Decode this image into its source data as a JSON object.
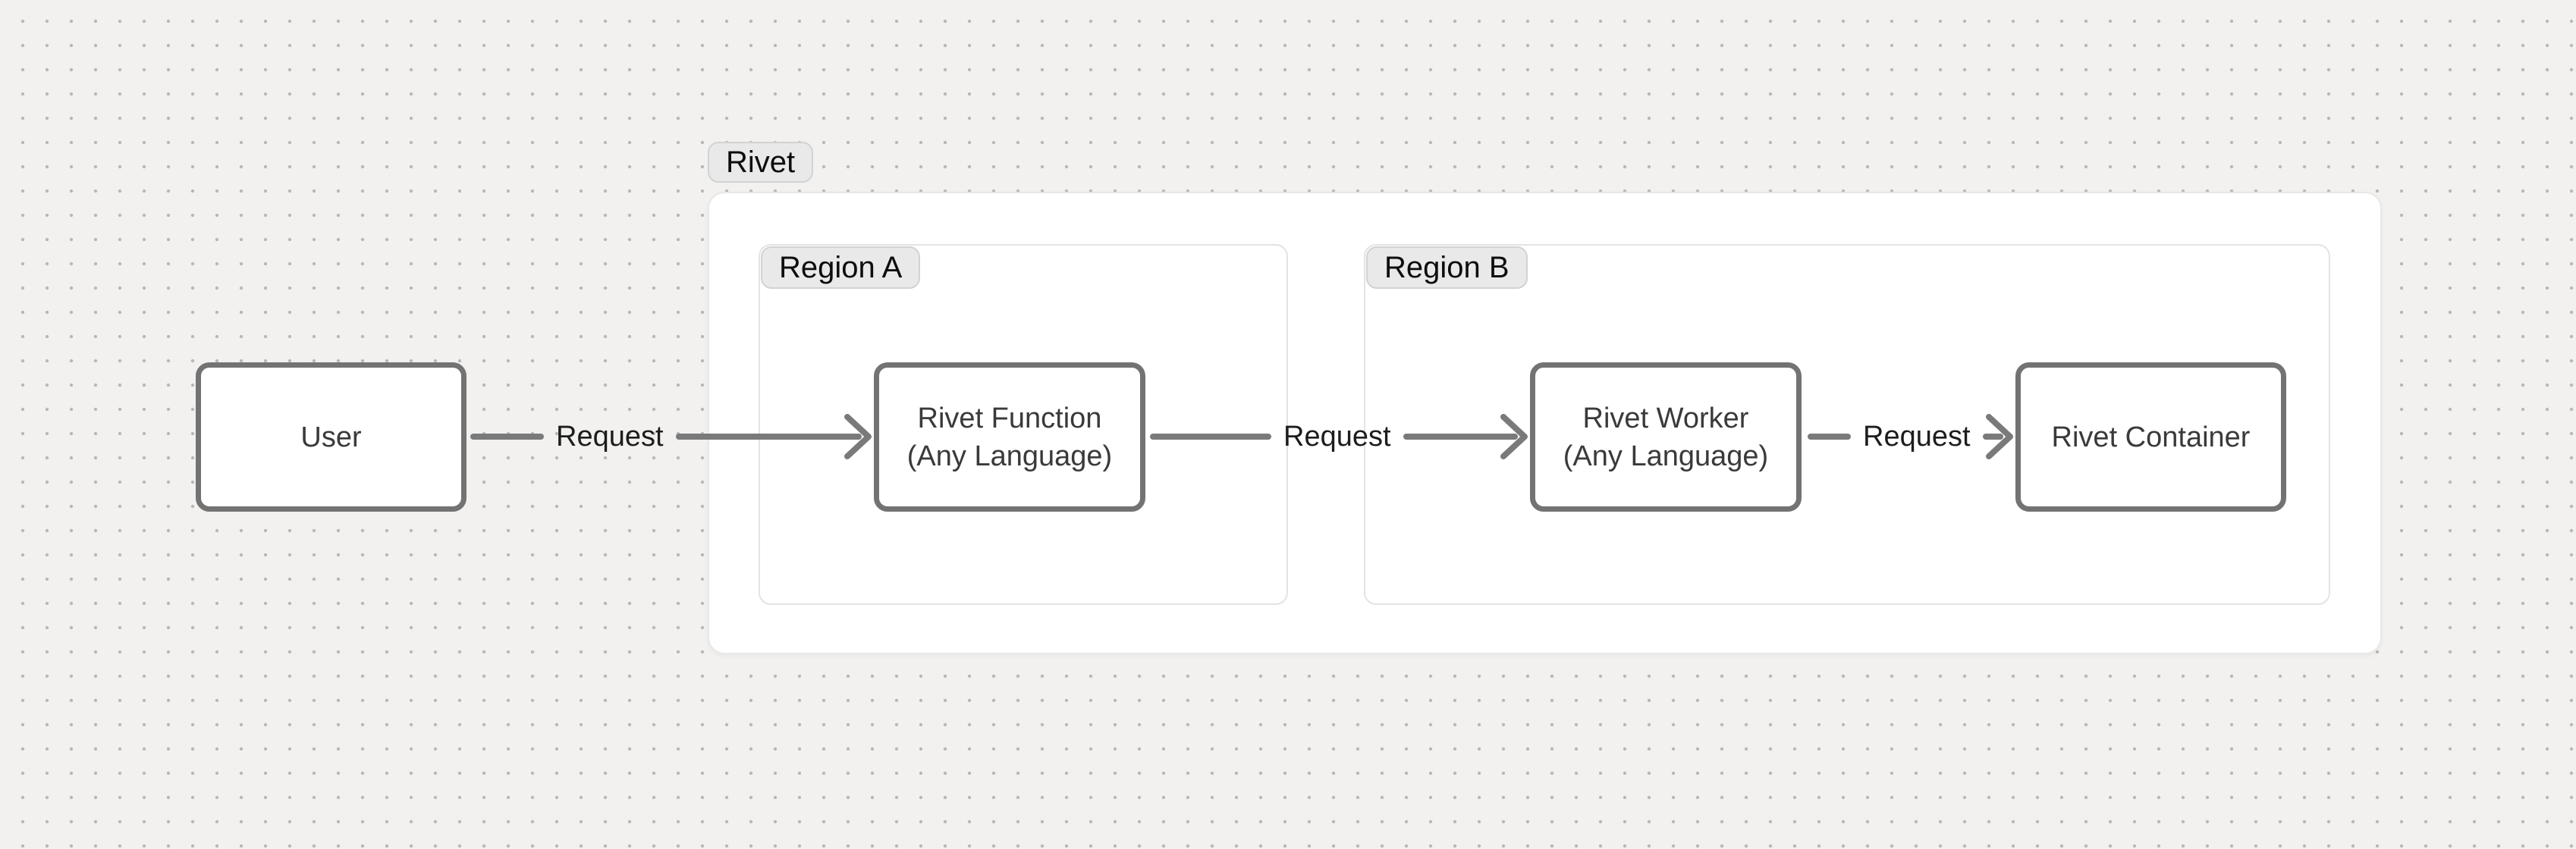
{
  "diagram": {
    "group_label": "Rivet",
    "regions": [
      {
        "label": "Region A"
      },
      {
        "label": "Region B"
      }
    ],
    "nodes": [
      {
        "id": "user",
        "lines": [
          "User"
        ]
      },
      {
        "id": "rivet-function",
        "lines": [
          "Rivet Function",
          "(Any Language)"
        ]
      },
      {
        "id": "rivet-worker",
        "lines": [
          "Rivet Worker",
          "(Any Language)"
        ]
      },
      {
        "id": "rivet-container",
        "lines": [
          "Rivet Container"
        ]
      }
    ],
    "edges": [
      {
        "from": "user",
        "to": "rivet-function",
        "label": "Request"
      },
      {
        "from": "rivet-function",
        "to": "rivet-worker",
        "label": "Request"
      },
      {
        "from": "rivet-worker",
        "to": "rivet-container",
        "label": "Request"
      }
    ],
    "colors": {
      "canvas_background": "#f2f1ef",
      "grid_dot": "#b9b8b6",
      "group_fill": "#ffffff",
      "group_border": "#eae8e6",
      "region_border": "#e5e3e1",
      "badge_fill": "#e9e9e9",
      "badge_border": "#d2d2d2",
      "badge_text": "#0d0d0d",
      "node_fill": "#ffffff",
      "node_border": "#737373",
      "node_text": "#3a3a3a",
      "arrow": "#7a7a7a",
      "edge_label_text": "#1d1d1d"
    }
  }
}
